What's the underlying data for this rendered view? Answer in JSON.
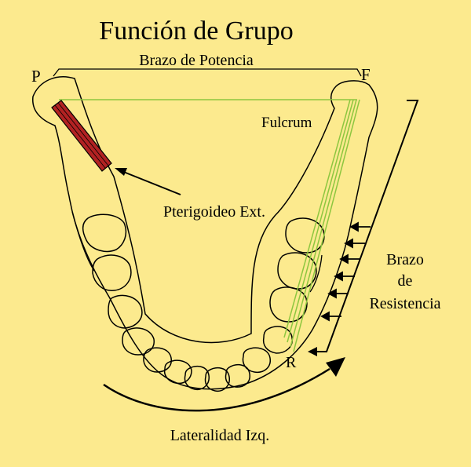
{
  "title": "Función de Grupo",
  "labels": {
    "power_arm": "Brazo de Potencia",
    "point_p": "P",
    "point_f": "F",
    "fulcrum": "Fulcrum",
    "muscle": "Pterigoideo Ext.",
    "resistance_line1": "Brazo",
    "resistance_line2": "de",
    "resistance_line3": "Resistencia",
    "point_r": "R",
    "movement": "Lateralidad Izq."
  },
  "colors": {
    "background": "#FCEA8E",
    "muscle_fill": "#B22222",
    "force_lines": "#8DC63F",
    "outline": "#000000"
  }
}
